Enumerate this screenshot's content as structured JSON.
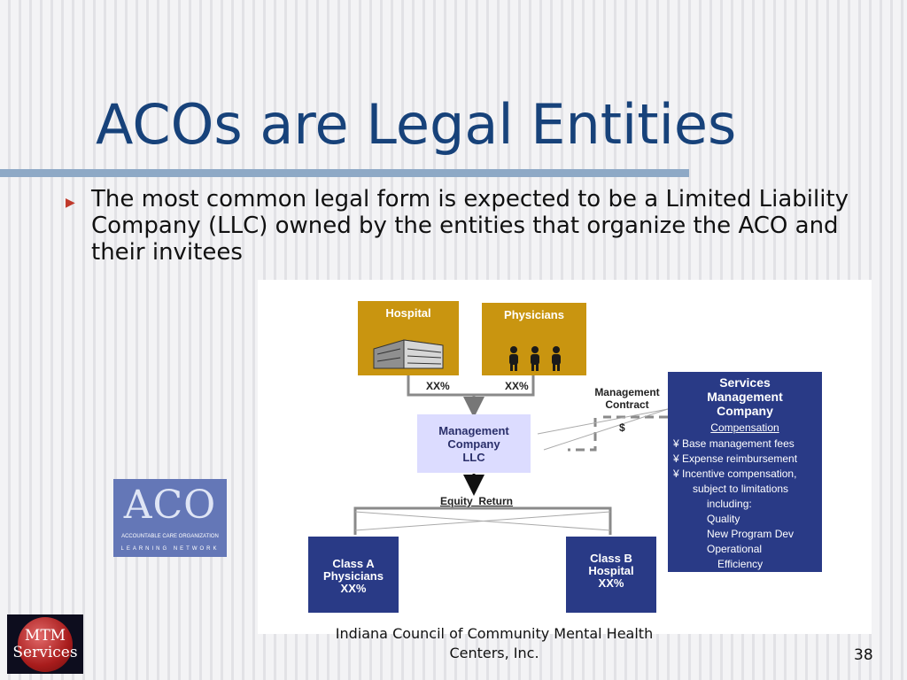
{
  "slide": {
    "title": "ACOs are Legal Entities",
    "bullet": "The most common legal form is expected to be a Limited Liability Company (LLC) owned by the entities that organize the ACO and their invitees",
    "footer": "Indiana Council of Community Mental Health Centers, Inc.",
    "page_number": "38"
  },
  "diagram": {
    "hospital_label": "Hospital",
    "physicians_label": "Physicians",
    "hospital_pct": "XX%",
    "physicians_pct": "XX%",
    "mgmt_llc": [
      "Management",
      "Company",
      "LLC"
    ],
    "mgmt_contract": [
      "Management",
      "Contract"
    ],
    "dollar": "$",
    "equity_return": "Equity  Return",
    "class_a": [
      "Class A",
      "Physicians",
      "XX%"
    ],
    "class_b": [
      "Class B",
      "Hospital",
      "XX%"
    ],
    "services_title": "Services\nManagement\nCompany",
    "services_sub": "Compensation",
    "services_list": [
      "¥ Base management fees",
      "¥ Expense reimbursement",
      "¥ Incentive compensation,",
      "subject to limitations",
      "including:",
      "Quality",
      "New Program Dev",
      "Operational",
      "Efficiency"
    ]
  },
  "logos": {
    "aco_big": "ACO",
    "aco_line1": "ACCOUNTABLE CARE ORGANIZATION",
    "aco_line2": "LEARNING NETWORK",
    "mtm_line1": "MTM",
    "mtm_line2": "Services"
  },
  "colors": {
    "title": "#17427a",
    "gold_box": "#c99510",
    "navy_box": "#293a86",
    "lavender_box": "#dcdcff",
    "bullet_arrow": "#c0392b"
  },
  "icons": {
    "bullet": "right-triangle",
    "hospital": "hospital-building",
    "physicians": "three-people"
  }
}
